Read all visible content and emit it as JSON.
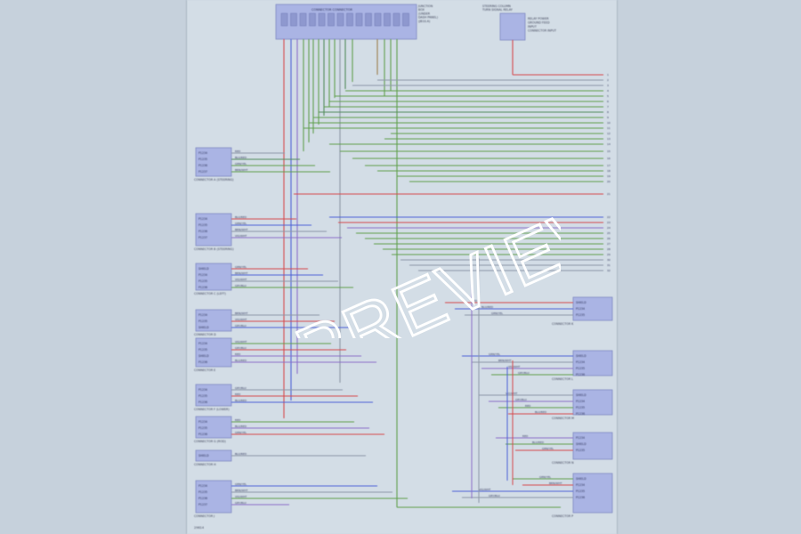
{
  "watermark": "PREVIEW",
  "sheet_id": "29614",
  "top_connector": {
    "title": "CONNECTOR CONNECTOR",
    "note": [
      "JUNCTION",
      "BOX",
      "(UNDER",
      "DASH PANEL)",
      "(JB10.A)"
    ]
  },
  "relay": {
    "note": [
      "STEERING COLUMN",
      "TURN SIGNAL RELAY"
    ],
    "pins": [
      "RELAY POWER",
      "GROUND FEED",
      "INPUT",
      "CONNECTOR INPUT"
    ]
  },
  "right_numbers": [
    "1",
    "2",
    "3",
    "4",
    "5",
    "6",
    "7",
    "8",
    "9",
    "10",
    "11",
    "12",
    "13",
    "14",
    "15",
    "16",
    "17",
    "18",
    "19",
    "20",
    "21",
    "22",
    "23",
    "24",
    "25",
    "26",
    "27",
    "28",
    "29",
    "30",
    "31",
    "32"
  ],
  "left_modules": [
    {
      "pins": [
        "P1234",
        "P1235",
        "P1236",
        "P1237"
      ],
      "caption": "CONNECTOR A (STEERING)"
    },
    {
      "pins": [
        "P1234",
        "P1235",
        "P1236",
        "P1237"
      ],
      "caption": "CONNECTOR B (STEERING)"
    },
    {
      "pins": [
        "SHIELD",
        "P1234",
        "P1235",
        "P1236"
      ],
      "caption": "CONNECTOR C (LEFT)"
    },
    {
      "pins": [
        "P1234",
        "P1235",
        "SHIELD"
      ],
      "caption": "CONNECTOR D"
    },
    {
      "pins": [
        "P1234",
        "P1235",
        "SHIELD",
        "P1236"
      ],
      "caption": "CONNECTOR E"
    },
    {
      "pins": [
        "P1234",
        "P1235",
        "P1236"
      ],
      "caption": "CONNECTOR F (LOWER)"
    },
    {
      "pins": [
        "P1234",
        "P1235",
        "P1236"
      ],
      "caption": "CONNECTOR G (ROD)"
    },
    {
      "pins": [
        "SHIELD"
      ],
      "caption": "CONNECTOR H"
    },
    {
      "pins": [
        "P1234",
        "P1235",
        "P1236",
        "P1237"
      ],
      "caption": "CONNECTOR J"
    }
  ],
  "right_modules": [
    {
      "pins": [
        "SHIELD",
        "P1234",
        "P1235"
      ],
      "caption": "CONNECTOR K"
    },
    {
      "pins": [
        "SHIELD",
        "P1234",
        "P1235",
        "P1236"
      ],
      "caption": "CONNECTOR L"
    },
    {
      "pins": [
        "SHIELD",
        "P1234",
        "P1235",
        "P1236"
      ],
      "caption": "CONNECTOR M"
    },
    {
      "pins": [
        "P1234",
        "SHIELD",
        "P1235"
      ],
      "caption": "CONNECTOR N"
    },
    {
      "pins": [
        "SHIELD",
        "P1234",
        "P1235",
        "P1236"
      ],
      "caption": "CONNECTOR P"
    }
  ],
  "wire_labels": {
    "red": "RED",
    "blue": "BLU/RED",
    "green": "GRN/YEL",
    "brown": "BRN/WHT",
    "purple": "VIO/WHT",
    "gray": "GRY/BLU"
  },
  "colors": {
    "red": "#d7474a",
    "blue": "#4a5fd6",
    "green": "#5e9e4a",
    "brown": "#9c7f4a",
    "purple": "#8a6ec9",
    "gray": "#8c96a6",
    "darkgreen": "#4f8a58"
  }
}
